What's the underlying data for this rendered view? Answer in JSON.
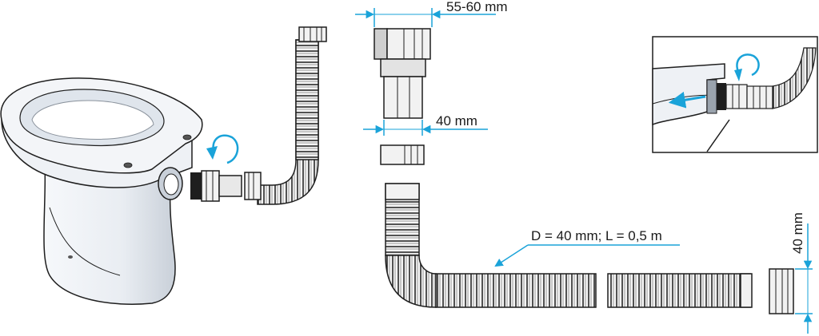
{
  "dimensions": {
    "coupling_length": "55-60 mm",
    "pipe_diameter": "40 mm",
    "hose_spec": "D = 40 mm; L = 0,5 m",
    "end_diameter": "40 mm"
  },
  "colors": {
    "arrow": "#1aa3d9",
    "outline": "#1e1e1e",
    "ceramic": "#eef1f5",
    "shadow": "#b9c0c9"
  }
}
